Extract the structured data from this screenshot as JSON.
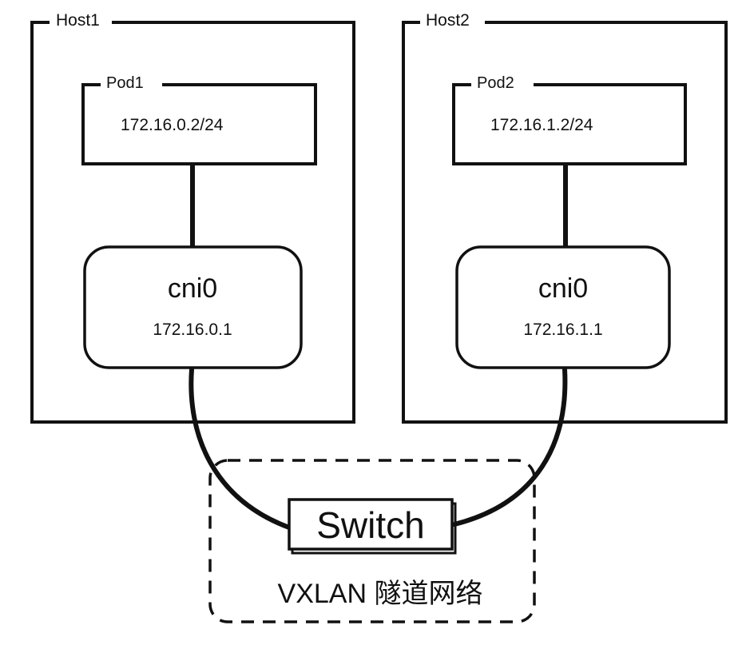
{
  "host1": {
    "title": "Host1",
    "pod": {
      "title": "Pod1",
      "ip": "172.16.0.2/24"
    },
    "bridge": {
      "name": "cni0",
      "ip": "172.16.0.1"
    }
  },
  "host2": {
    "title": "Host2",
    "pod": {
      "title": "Pod2",
      "ip": "172.16.1.2/24"
    },
    "bridge": {
      "name": "cni0",
      "ip": "172.16.1.1"
    }
  },
  "switch": {
    "label": "Switch"
  },
  "tunnel": {
    "label": "VXLAN 隧道网络"
  },
  "colors": {
    "stroke": "#111111",
    "background": "#ffffff"
  }
}
